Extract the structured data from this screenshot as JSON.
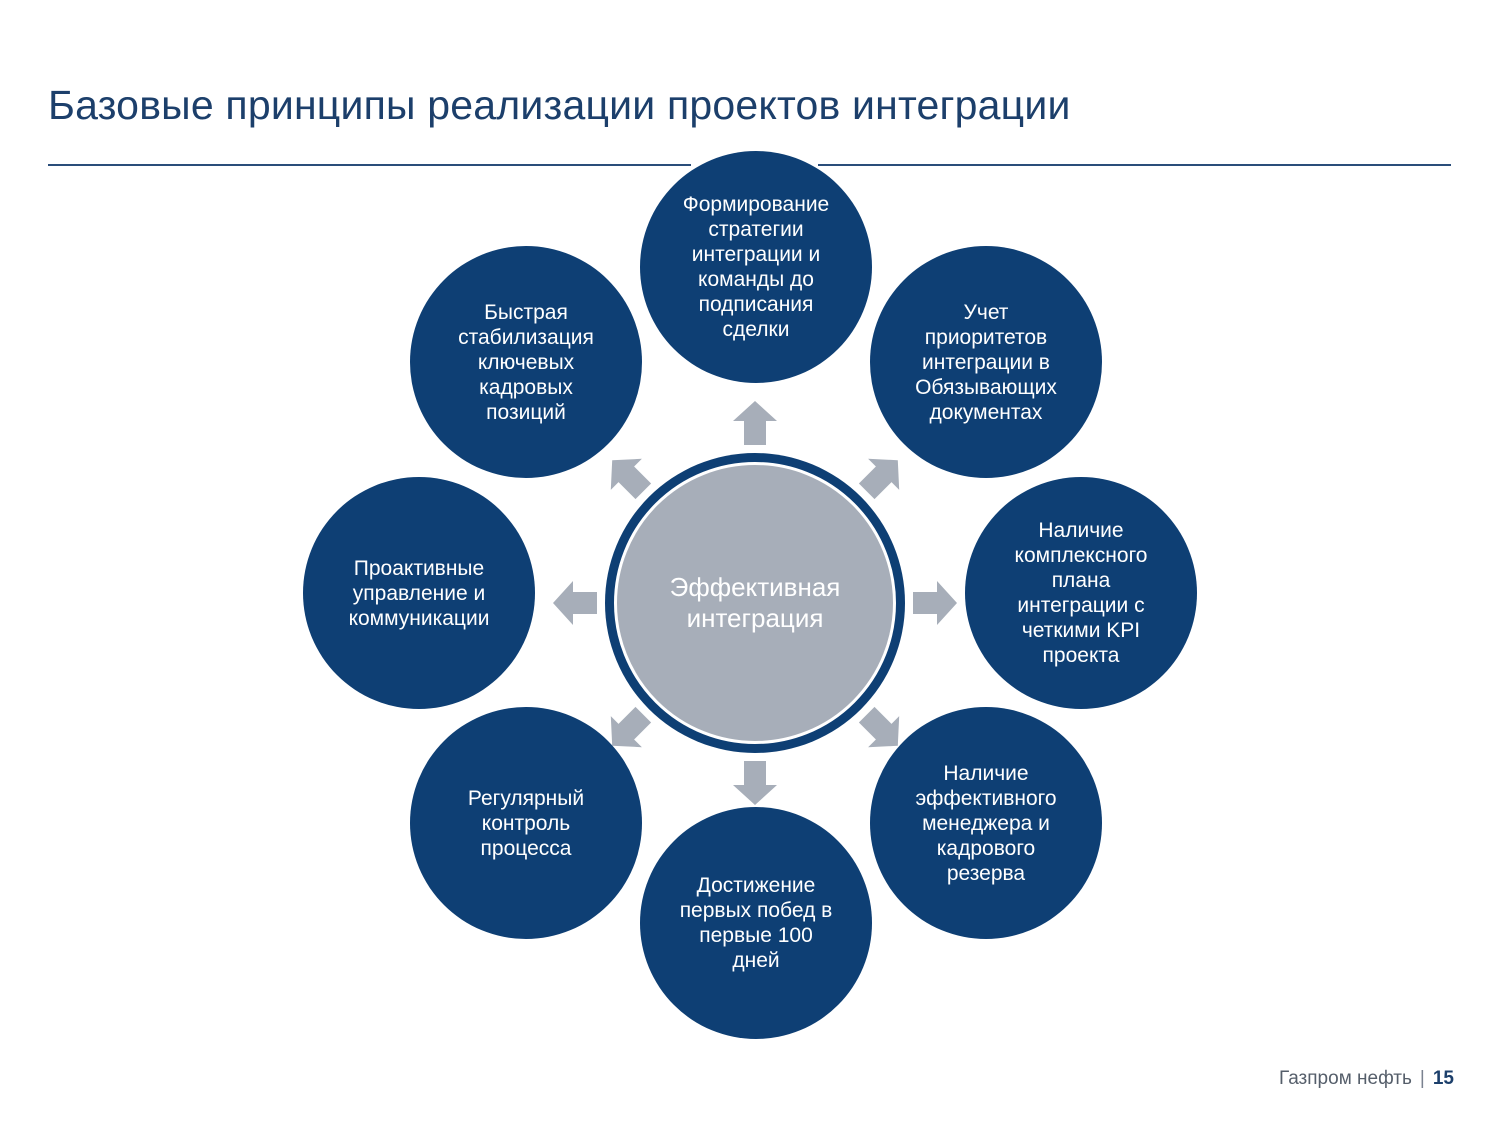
{
  "title": "Базовые принципы реализации проектов интеграции",
  "center": {
    "label": "Эффективная\nинтеграция"
  },
  "nodes": [
    "Формирование\nстратегии\nинтеграции и\nкоманды до\nподписания\nсделки",
    "Учет\nприоритетов\nинтеграции в\nОбязывающих\nдокументах",
    "Наличие\nкомплексного\nплана\nинтеграции с\nчеткими KPI\nпроекта",
    "Наличие\nэффективного\nменеджера и\nкадрового\nрезерва",
    "Достижение\nпервых побед в\nпервые 100\nдней",
    "Регулярный\nконтроль\nпроцесса",
    "Проактивные\nуправление и\nкоммуникации",
    "Быстрая\nстабилизация\nключевых\nкадровых\nпозиций"
  ],
  "footer": {
    "company": "Газпром нефть",
    "separator": "|",
    "page": "15"
  },
  "colors": {
    "node": "#0e3f74",
    "center": "#a7aeb9",
    "arrow": "#a7aeb9",
    "title": "#1c3f6b"
  }
}
